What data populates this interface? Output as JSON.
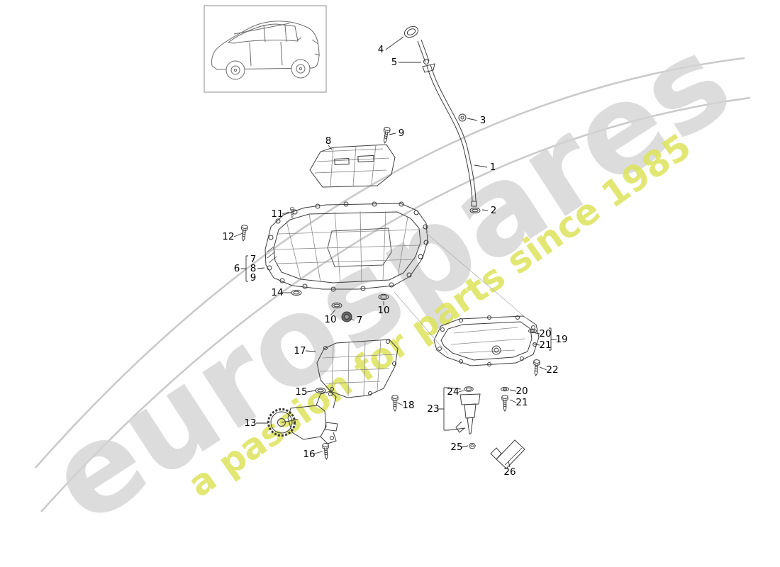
{
  "diagram": {
    "watermark_brand": "eurospares",
    "watermark_tagline": "a passion for parts since 1985",
    "brand_color": "#d4d4d4",
    "tagline_color": "#dde45f",
    "line_color": "#3c3c3c"
  },
  "labels": [
    {
      "text": "4"
    },
    {
      "text": "5"
    },
    {
      "text": "3"
    },
    {
      "text": "1"
    },
    {
      "text": "2"
    },
    {
      "text": "9"
    },
    {
      "text": "8"
    },
    {
      "text": "11"
    },
    {
      "text": "12"
    },
    {
      "text": "6"
    },
    {
      "text": "7"
    },
    {
      "text": "8"
    },
    {
      "text": "9"
    },
    {
      "text": "14"
    },
    {
      "text": "10"
    },
    {
      "text": "7"
    },
    {
      "text": "10"
    },
    {
      "text": "17"
    },
    {
      "text": "15"
    },
    {
      "text": "18"
    },
    {
      "text": "13"
    },
    {
      "text": "16"
    },
    {
      "text": "20"
    },
    {
      "text": "21"
    },
    {
      "text": "19"
    },
    {
      "text": "22"
    },
    {
      "text": "20"
    },
    {
      "text": "21"
    },
    {
      "text": "24"
    },
    {
      "text": "23"
    },
    {
      "text": "25"
    },
    {
      "text": "26"
    }
  ]
}
